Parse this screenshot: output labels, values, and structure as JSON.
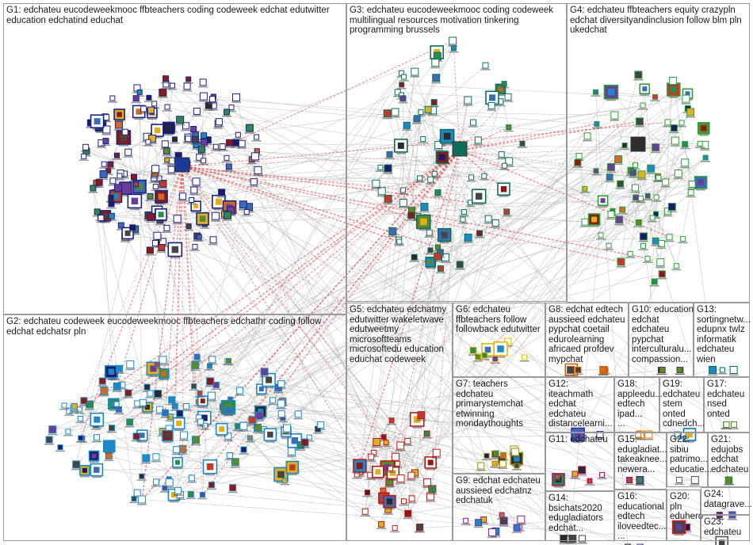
{
  "groups": [
    {
      "id": "G1",
      "lines": [
        "G1: edchateu eucodeweekmooc ffbteachers coding codeweek edchat edutwitter",
        "education edchatind educhat"
      ],
      "color": "#1a237e"
    },
    {
      "id": "G2",
      "lines": [
        "G2: edchateu codeweek eucodeweekmooc ffbteachers edchathr coding follow",
        "edchat edchatsr pln"
      ],
      "color": "#1e88c7"
    },
    {
      "id": "G3",
      "lines": [
        "G3: edchateu eucodeweekmooc coding codeweek",
        "multilingual resources motivation tinkering",
        "programming brussels"
      ],
      "color": "#0f6e5a"
    },
    {
      "id": "G4",
      "lines": [
        "G4: edchateu ffbteachers equity crazypln",
        "edchat diversityandinclusion follow blm pln",
        "ukedchat"
      ],
      "color": "#2e9e3a"
    },
    {
      "id": "G5",
      "lines": [
        "G5: edchateu edchatmy",
        "edutwitter wakeletwave",
        "edutweetmy",
        "microsoftteams",
        "microsoftedu education",
        "educhat codeweek"
      ],
      "color": "#b71c1c"
    },
    {
      "id": "G6",
      "lines": [
        "G6: edchateu",
        "ffbteachers follow",
        "followback edutwitter"
      ],
      "color": "#e8b800"
    },
    {
      "id": "G7",
      "lines": [
        "G7: teachers",
        "edchateu",
        "primarystemchat",
        "etwinning",
        "mondaythoughts"
      ],
      "color": "#9c8a00"
    },
    {
      "id": "G8",
      "lines": [
        "G8: edchat edtech",
        "aussieed edchateu",
        "pypchat coetail",
        "edurolearning",
        "africaed profdev",
        "mypchat"
      ],
      "color": "#d06000"
    },
    {
      "id": "G9",
      "lines": [
        "G9: edchat edchateu",
        "aussieed edchatnz",
        "edchatuk"
      ],
      "color": "#7b1fa2"
    },
    {
      "id": "G10",
      "lines": [
        "G10: education",
        "edchat",
        "edchateu",
        "pypchat",
        "interculturalu...",
        "compassion..."
      ],
      "color": "#5d4037"
    },
    {
      "id": "G11",
      "lines": [
        "G11: edchateu"
      ],
      "color": "#ad1457"
    },
    {
      "id": "G12",
      "lines": [
        "G12:",
        "iteachmath",
        "edchat",
        "edchateu",
        "distancelearni..."
      ],
      "color": "#4527a0"
    },
    {
      "id": "G13",
      "lines": [
        "G13:",
        "sortingnetw...",
        "edupnx twlz",
        "informatik",
        "edchateu",
        "wien"
      ],
      "color": "#00695c"
    },
    {
      "id": "G14",
      "lines": [
        "G14:",
        "bsichats2020",
        "edugladiators",
        "edchat..."
      ],
      "color": "#37474f"
    },
    {
      "id": "G15",
      "lines": [
        "G15:",
        "edugladiat...",
        "takeaknee...",
        "newera..."
      ],
      "color": "#6a1b9a"
    },
    {
      "id": "G16",
      "lines": [
        "G16:",
        "educational",
        "edtech",
        "iloveedtec...",
        "..."
      ],
      "color": "#283593"
    },
    {
      "id": "G17",
      "lines": [
        "G17:",
        "edchateu",
        "nsed",
        "onted"
      ],
      "color": "#558b2f"
    },
    {
      "id": "G18",
      "lines": [
        "G18:",
        "appleedu...",
        "edtech",
        "ipad...",
        "..."
      ],
      "color": "#ef6c00"
    },
    {
      "id": "G19",
      "lines": [
        "G19:",
        "edchateu",
        "stem",
        "onted",
        "cdnedch..."
      ],
      "color": "#0277bd"
    },
    {
      "id": "G20",
      "lines": [
        "G20:",
        "pln",
        "eduhero"
      ],
      "color": "#c62828"
    },
    {
      "id": "G21",
      "lines": [
        "G21:",
        "edujobs",
        "edchat",
        "edchateu"
      ],
      "color": "#2e7d32"
    },
    {
      "id": "G22",
      "lines": [
        "G22:",
        "sibiu",
        "patrimo...",
        "educatie..."
      ],
      "color": "#6d4c41"
    },
    {
      "id": "G23",
      "lines": [
        "G23:",
        "edchateu"
      ],
      "color": "#455a64"
    },
    {
      "id": "G24",
      "lines": [
        "G24:",
        "datagrave..."
      ],
      "color": "#7b1fa2"
    }
  ]
}
